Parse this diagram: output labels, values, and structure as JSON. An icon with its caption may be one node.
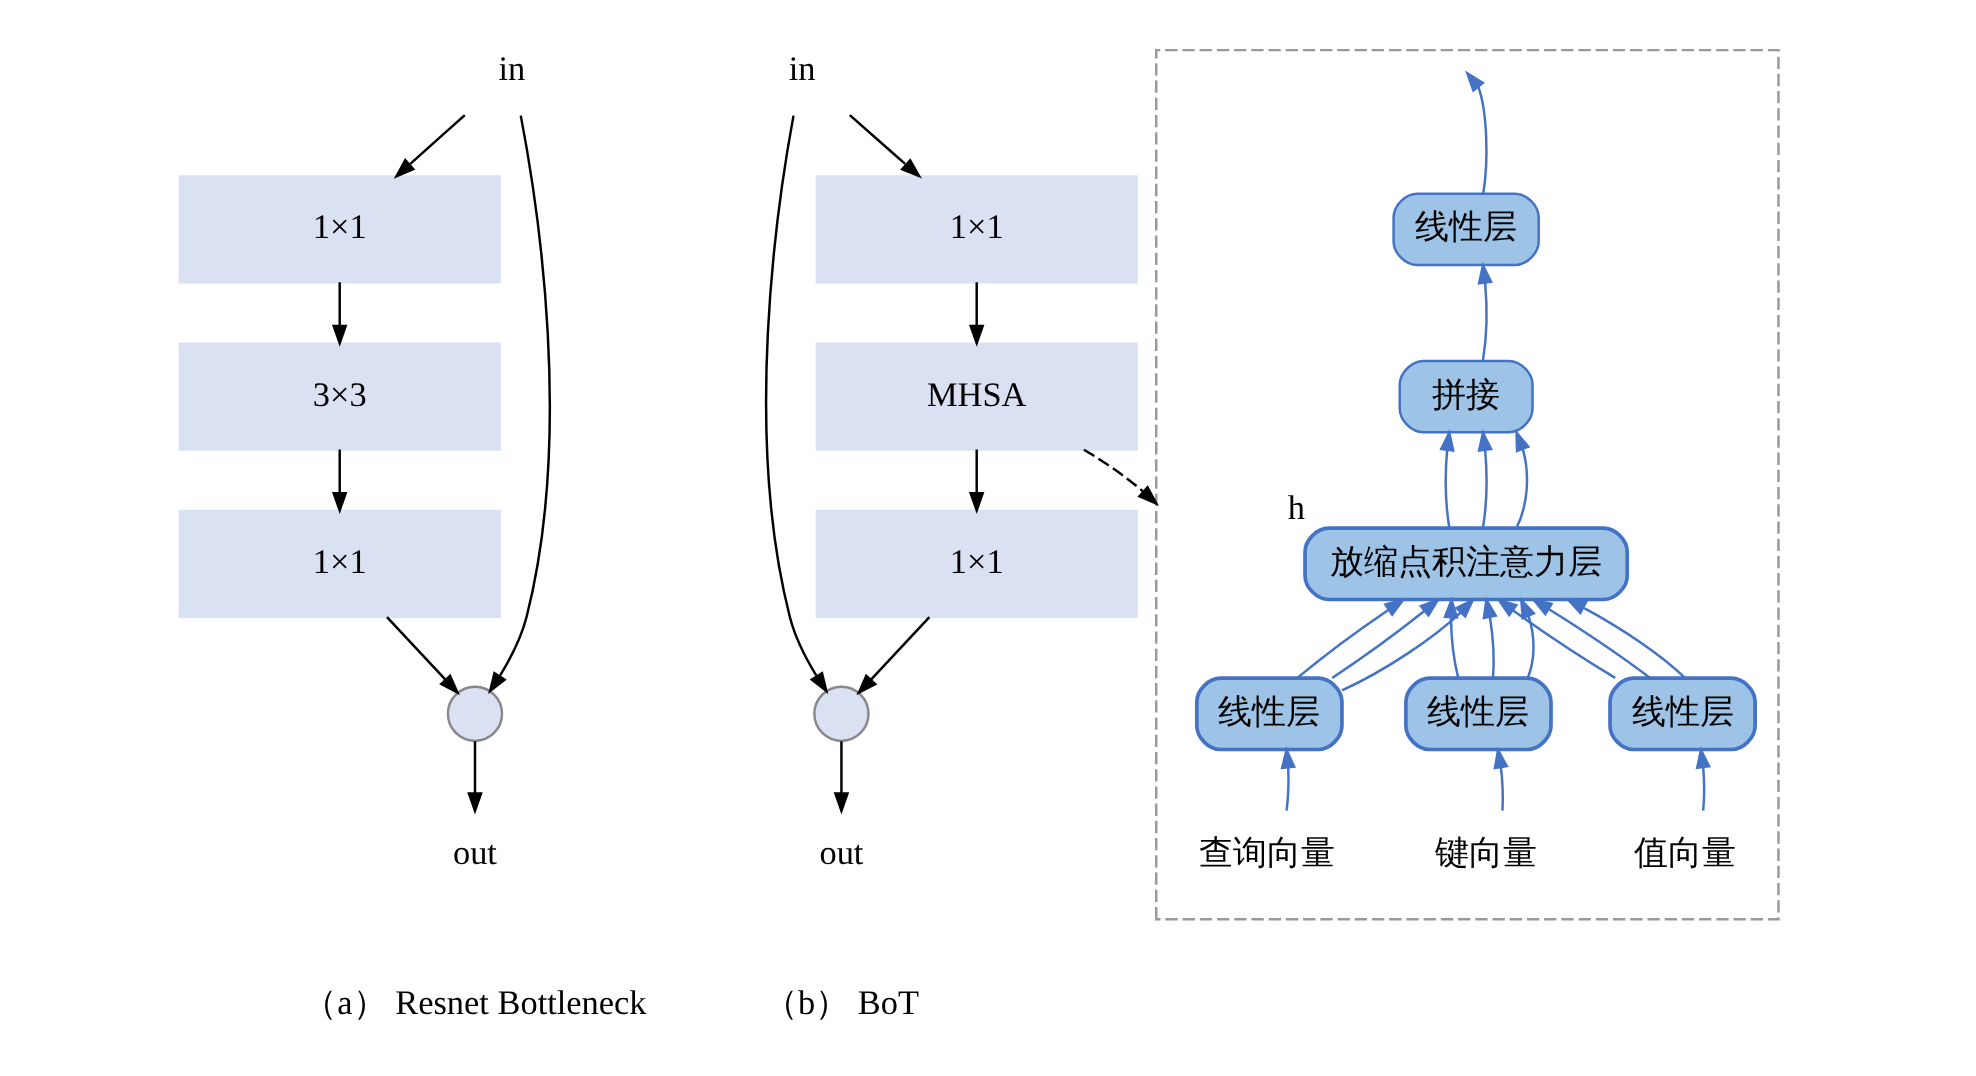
{
  "diagram": {
    "nodes": [
      {
        "text": [
          "in"
        ]
      },
      {
        "text": [
          "1×1"
        ]
      },
      {
        "text": [
          "3×3"
        ]
      },
      {
        "text": [
          "1×1"
        ]
      },
      {
        "text": [],
        "shape": "circle"
      },
      {
        "text": [
          "out"
        ]
      },
      {
        "text": [
          "in"
        ]
      },
      {
        "text": [
          "1×1"
        ]
      },
      {
        "text": [
          "MHSA"
        ]
      },
      {
        "text": [
          "1×1"
        ]
      },
      {
        "text": [],
        "shape": "circle"
      },
      {
        "text": [
          "out"
        ]
      },
      {
        "text": [],
        "shape": "box"
      },
      {
        "text": [
          "线性层"
        ],
        "in": 12
      },
      {
        "text": [
          "拼接"
        ],
        "in": 12
      },
      {
        "text": [
          "放缩点积注意力层"
        ],
        "in": 12,
        "beside": [
          "h"
        ]
      },
      {
        "text": [
          "线性层"
        ],
        "in": 12
      },
      {
        "text": [
          "线性层"
        ],
        "in": 12
      },
      {
        "text": [
          "线性层"
        ],
        "in": 12
      },
      {
        "text": [
          "查询向量"
        ],
        "in": 12
      },
      {
        "text": [
          "键向量"
        ],
        "in": 12
      },
      {
        "text": [
          "值向量"
        ],
        "in": 12
      }
    ],
    "edges": [
      {
        "from": 0,
        "to": 1,
        "arrow": "to",
        "color": "#000000"
      },
      {
        "from": 1,
        "to": 2,
        "arrow": "to",
        "color": "#000000"
      },
      {
        "from": 2,
        "to": 3,
        "arrow": "to",
        "color": "#000000"
      },
      {
        "from": 3,
        "to": 4,
        "arrow": "to",
        "color": "#000000"
      },
      {
        "from": 0,
        "to": 4,
        "arrow": "to",
        "color": "#000000"
      },
      {
        "from": 4,
        "to": 5,
        "arrow": "to",
        "color": "#000000"
      },
      {
        "from": 6,
        "to": 7,
        "arrow": "to",
        "color": "#000000"
      },
      {
        "from": 7,
        "to": 8,
        "arrow": "to",
        "color": "#000000"
      },
      {
        "from": 8,
        "to": 9,
        "arrow": "to",
        "color": "#000000"
      },
      {
        "from": 9,
        "to": 10,
        "arrow": "to",
        "color": "#000000"
      },
      {
        "from": 6,
        "to": 10,
        "arrow": "to",
        "color": "#000000"
      },
      {
        "from": 10,
        "to": 11,
        "arrow": "to",
        "color": "#000000"
      },
      {
        "from": 8,
        "to": 12,
        "arrow": "to",
        "style": "dashed",
        "color": "#000000"
      },
      {
        "from": 19,
        "to": 16,
        "arrow": "to"
      },
      {
        "from": 20,
        "to": 17,
        "arrow": "to"
      },
      {
        "from": 21,
        "to": 18,
        "arrow": "to"
      },
      {
        "from": 16,
        "to": 15,
        "arrow": "to"
      },
      {
        "from": 16,
        "to": 15,
        "arrow": "to"
      },
      {
        "from": 16,
        "to": 15,
        "arrow": "to"
      },
      {
        "from": 17,
        "to": 15,
        "arrow": "to"
      },
      {
        "from": 17,
        "to": 15,
        "arrow": "to"
      },
      {
        "from": 17,
        "to": 15,
        "arrow": "to"
      },
      {
        "from": 18,
        "to": 15,
        "arrow": "to"
      },
      {
        "from": 18,
        "to": 15,
        "arrow": "to"
      },
      {
        "from": 18,
        "to": 15,
        "arrow": "to"
      },
      {
        "from": 15,
        "to": 14,
        "arrow": "to"
      },
      {
        "from": 15,
        "to": 14,
        "arrow": "to"
      },
      {
        "from": 15,
        "to": 14,
        "arrow": "to"
      },
      {
        "from": 14,
        "to": 13,
        "arrow": "to"
      },
      {
        "from": 13,
        "to": null,
        "arrow": "to"
      }
    ],
    "labels": [
      "（a） Resnet Bottleneck",
      "（b） BoT"
    ]
  }
}
